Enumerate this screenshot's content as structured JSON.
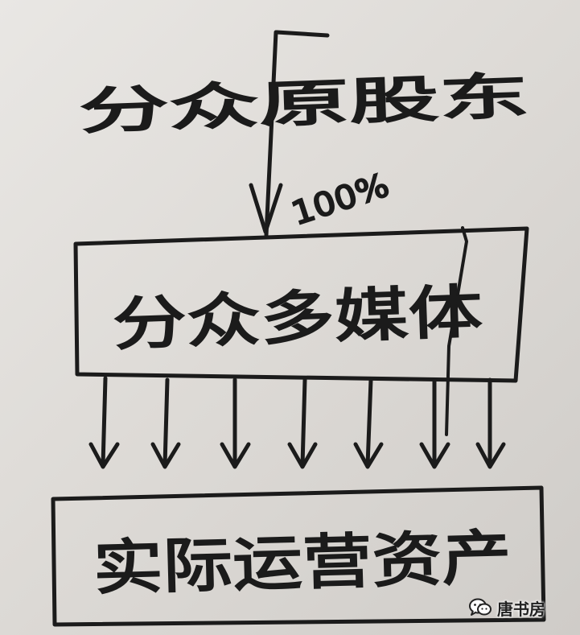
{
  "top_label": "分众原股东",
  "edge_label": "100%",
  "middle_box": "分众多媒体",
  "bottom_box": "实际运营资产",
  "watermark": {
    "text": "唐书房",
    "icon": "wechat-icon"
  },
  "ink_color": "#1b1b1b"
}
